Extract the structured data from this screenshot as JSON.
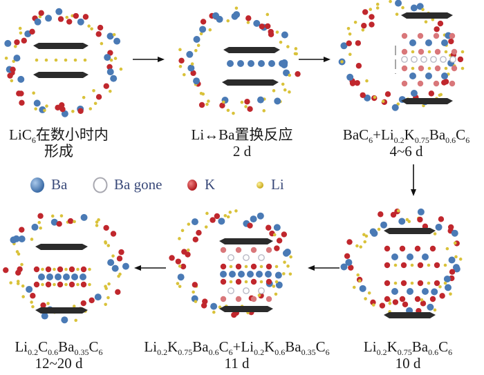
{
  "colors": {
    "ba": "#4a7ab5",
    "ba_gone_stroke": "#b8b8c4",
    "k": "#c0272d",
    "k_light": "#d9777a",
    "li": "#d9c23a",
    "graphene": "#2b2b2b",
    "legend_text": "#3a4a7a"
  },
  "legend": [
    {
      "key": "ba",
      "label": "Ba"
    },
    {
      "key": "ba_gone",
      "label": "Ba gone"
    },
    {
      "key": "k",
      "label": "K"
    },
    {
      "key": "li",
      "label": "Li"
    }
  ],
  "stages": [
    {
      "id": "stage-1",
      "formula": [
        {
          "t": "LiC"
        },
        {
          "s": "6"
        },
        {
          "t": "在数小时内"
        }
      ],
      "formula_line2": "形成",
      "time": "",
      "interlayer": "li-row"
    },
    {
      "id": "stage-2",
      "formula": [
        {
          "t": "Li↔Ba置换反应"
        }
      ],
      "formula_line2": "",
      "time": "2 d",
      "interlayer": "ba-row"
    },
    {
      "id": "stage-3",
      "formula": [
        {
          "t": "BaC"
        },
        {
          "s": "6"
        },
        {
          "t": "+Li"
        },
        {
          "s": "0.2"
        },
        {
          "t": "K"
        },
        {
          "s": "0.75"
        },
        {
          "t": "Ba"
        },
        {
          "s": "0.6"
        },
        {
          "t": "C"
        },
        {
          "s": "6"
        }
      ],
      "formula_line2": "",
      "time": "4~6 d",
      "interlayer": "ba-gone"
    },
    {
      "id": "stage-4",
      "formula": [
        {
          "t": "Li"
        },
        {
          "s": "0.2"
        },
        {
          "t": "K"
        },
        {
          "s": "0.75"
        },
        {
          "t": "Ba"
        },
        {
          "s": "0.6"
        },
        {
          "t": "C"
        },
        {
          "s": "6"
        }
      ],
      "formula_line2": "",
      "time": "10 d",
      "interlayer": "ternary"
    },
    {
      "id": "stage-5",
      "formula": [
        {
          "t": "Li"
        },
        {
          "s": "0.2"
        },
        {
          "t": "K"
        },
        {
          "s": "0.75"
        },
        {
          "t": "Ba"
        },
        {
          "s": "0.6"
        },
        {
          "t": "C"
        },
        {
          "s": "6"
        },
        {
          "t": "+Li"
        },
        {
          "s": "0.2"
        },
        {
          "t": "K"
        },
        {
          "s": "0.6"
        },
        {
          "t": "Ba"
        },
        {
          "s": "0.35"
        },
        {
          "t": "C"
        },
        {
          "s": "6"
        }
      ],
      "formula_line2": "",
      "time": "11 d",
      "interlayer": "mixed"
    },
    {
      "id": "stage-6",
      "formula": [
        {
          "t": "Li"
        },
        {
          "s": "0.2"
        },
        {
          "t": "C"
        },
        {
          "s": "0.6"
        },
        {
          "t": "Ba"
        },
        {
          "s": "0.35"
        },
        {
          "t": "C"
        },
        {
          "s": "6"
        }
      ],
      "formula_line2": "",
      "time": "12~20 d",
      "interlayer": "final"
    }
  ]
}
